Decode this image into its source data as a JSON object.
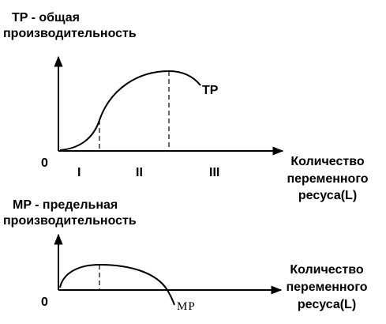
{
  "top_panel": {
    "title_line1": "TP - общая",
    "title_line2": "производительность",
    "origin": "0",
    "curve_label": "TP",
    "stage_1": "I",
    "stage_2": "II",
    "stage_3": "III",
    "x_label_line1": "Количество",
    "x_label_line2": "переменного",
    "x_label_line3": "ресуса(L)"
  },
  "bottom_panel": {
    "title_line1": "MP - предельная",
    "title_line2": "производительность",
    "origin": "0",
    "curve_label": "MP",
    "x_label_line1": "Количество",
    "x_label_line2": "переменного",
    "x_label_line3": "ресуса(L)"
  },
  "colors": {
    "ink": "#000000",
    "background": "#ffffff"
  }
}
